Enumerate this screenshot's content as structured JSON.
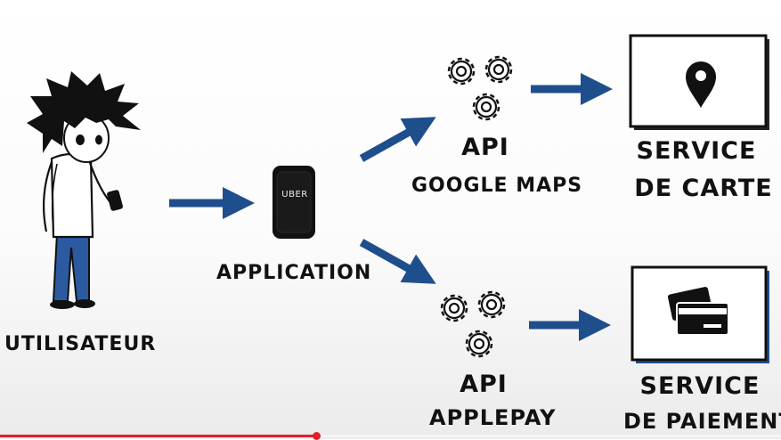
{
  "labels": {
    "user": "UTILISATEUR",
    "application": "APPLICATION",
    "phone_logo": "UBER",
    "api_maps_line1": "API",
    "api_maps_line2": "GOOGLE MAPS",
    "service_map_line1": "SERVICE",
    "service_map_line2": "DE CARTE",
    "api_pay_line1": "API",
    "api_pay_line2": "APPLEPAY",
    "service_pay_line1": "SERVICE",
    "service_pay_line2": "DE PAIEMENT"
  },
  "colors": {
    "arrow": "#1f4e8c",
    "ink": "#111111",
    "progress": "#e0202a"
  },
  "icons": [
    "user-figure",
    "smartphone-icon",
    "gears-icon",
    "map-pin-icon",
    "credit-card-icon"
  ],
  "video_progress": 0.405
}
